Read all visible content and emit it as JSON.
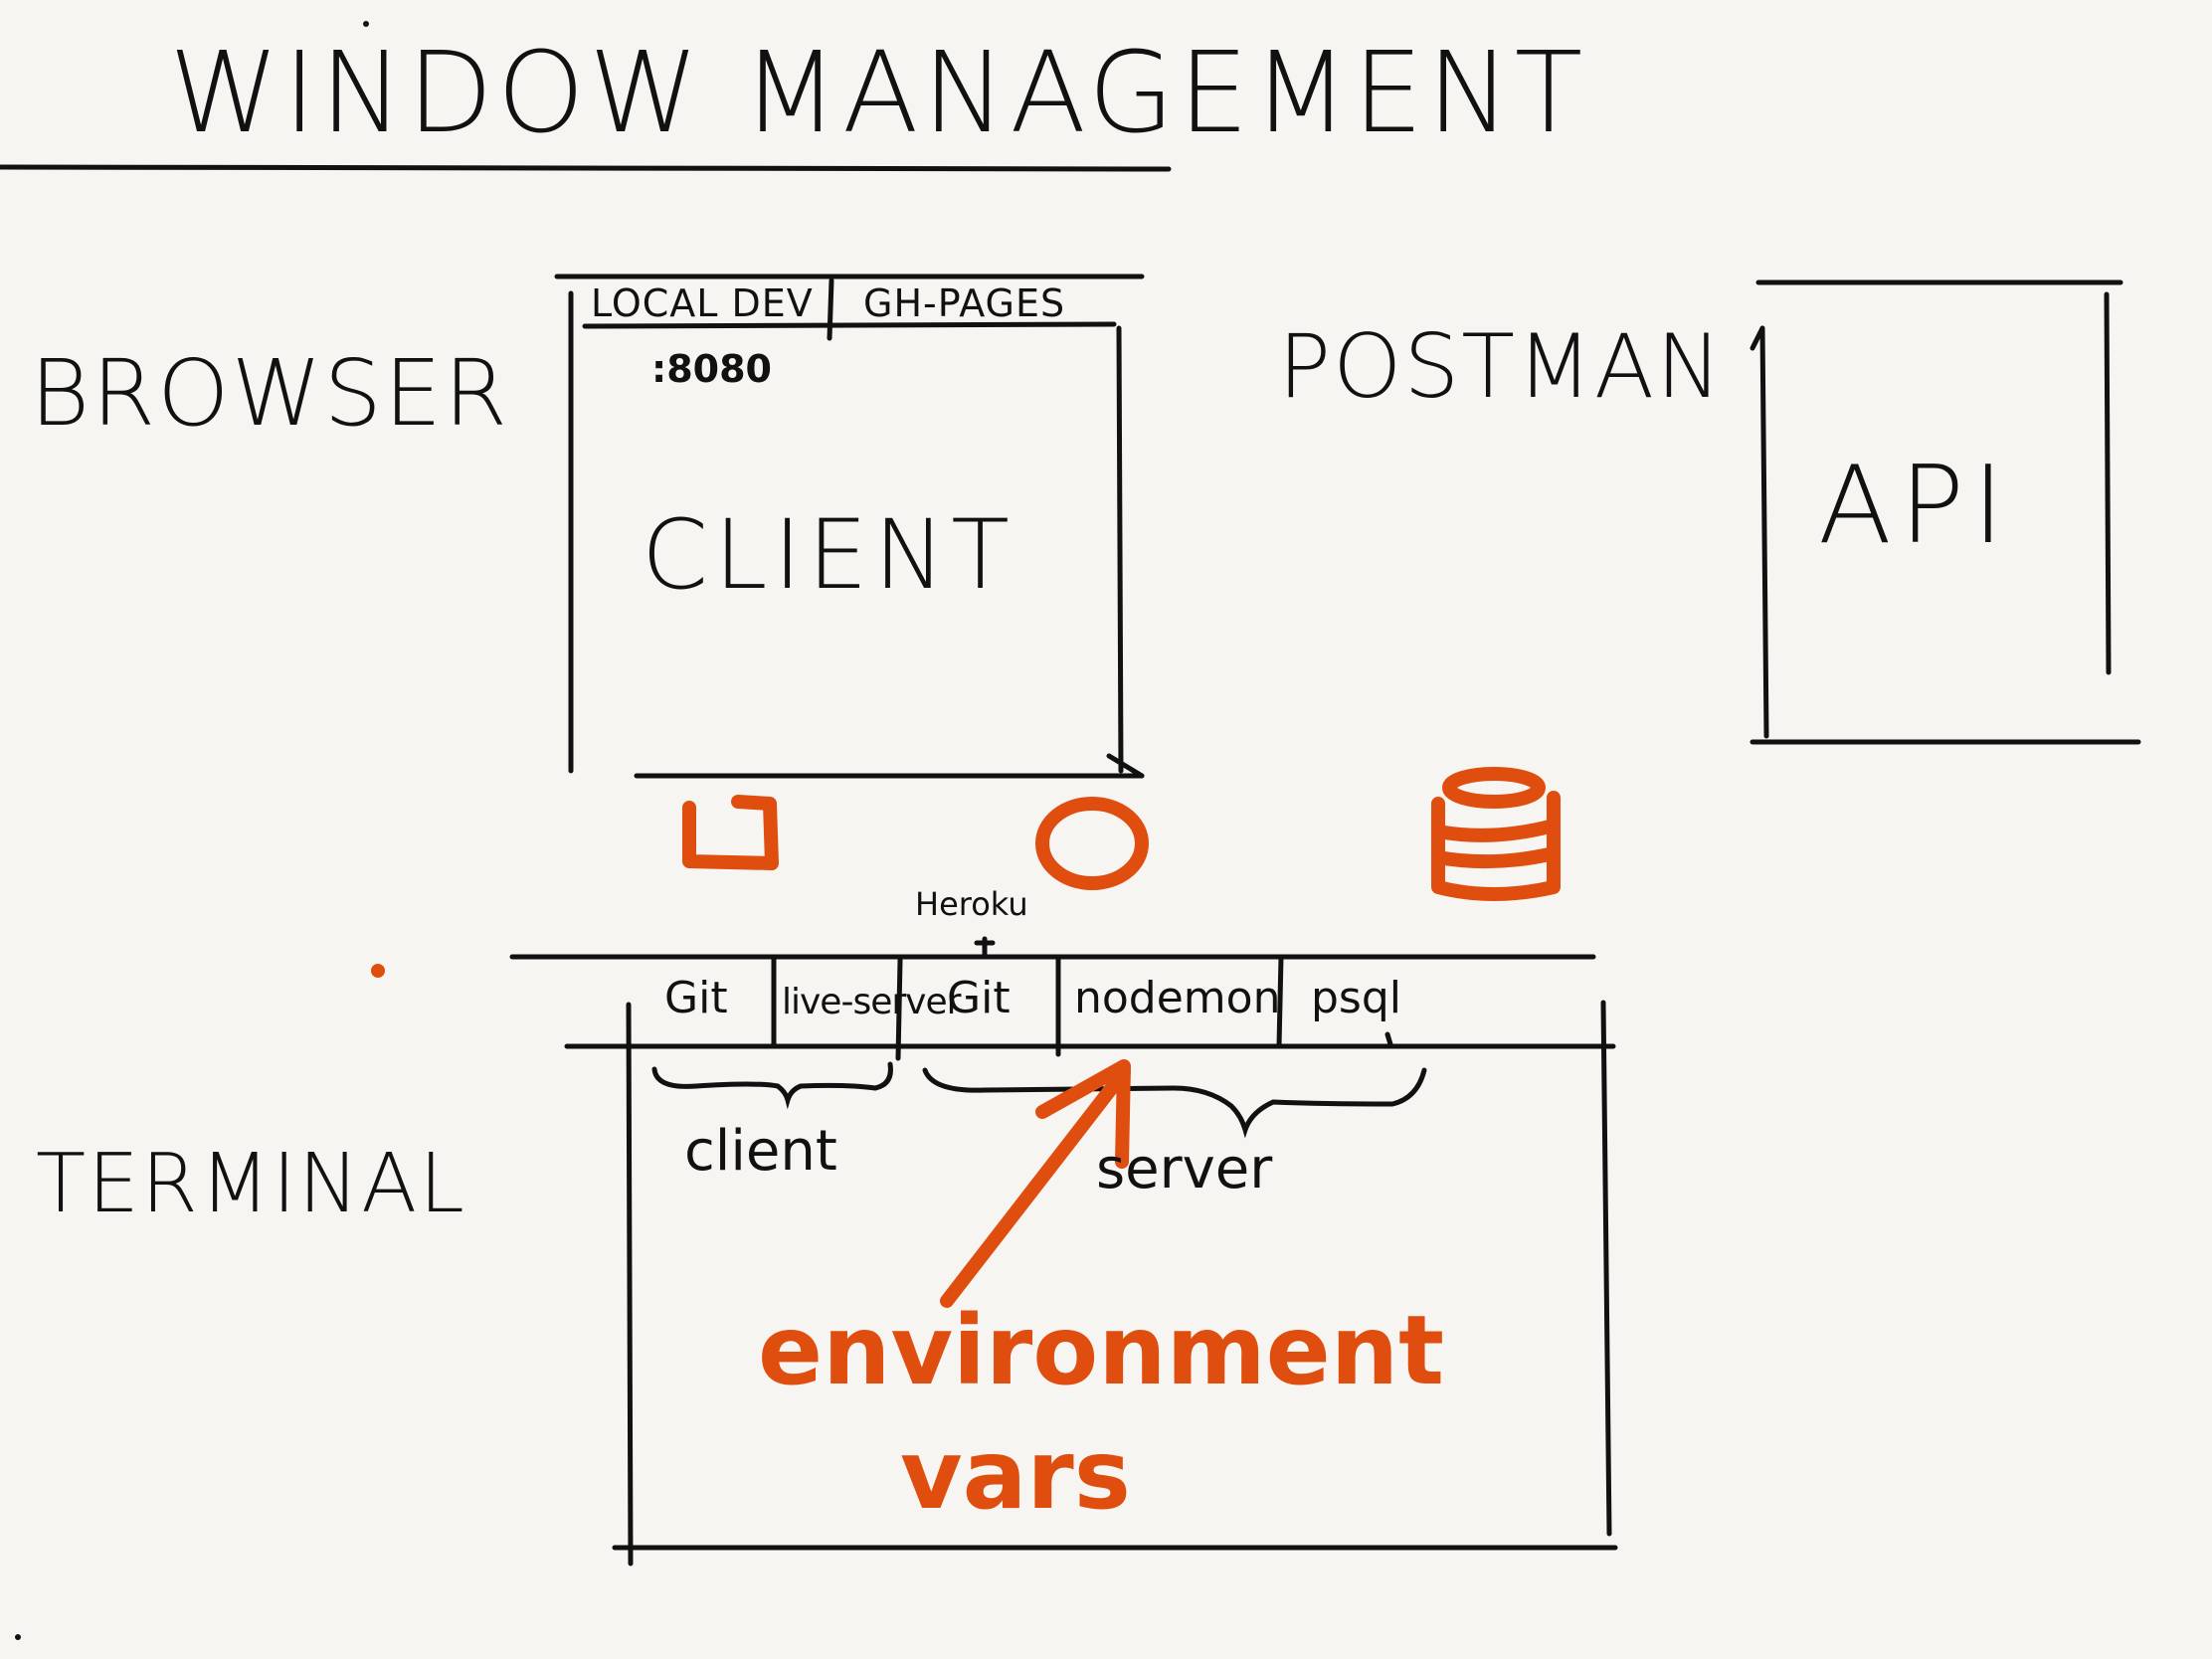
{
  "title": "Window Management",
  "labels": {
    "browser": "BROWSER",
    "postman": "POSTMAN",
    "terminal": "TERMINAL"
  },
  "browser_window": {
    "tab_left": "LOCAL DEV",
    "tab_right": "GH-PAGES",
    "port": ":8080",
    "content": "CLIENT"
  },
  "postman_window": {
    "content": "API"
  },
  "terminal_window": {
    "annotation_above": "Heroku",
    "tabs": [
      "Git",
      "live-server",
      "Git",
      "nodemon",
      "psql"
    ],
    "groups": {
      "client": "client",
      "server": "server"
    }
  },
  "callout": {
    "line1": "environment",
    "line2": "vars",
    "color": "#e04e0f"
  },
  "icons": [
    "square-icon",
    "circle-icon",
    "database-icon",
    "dot-icon"
  ]
}
